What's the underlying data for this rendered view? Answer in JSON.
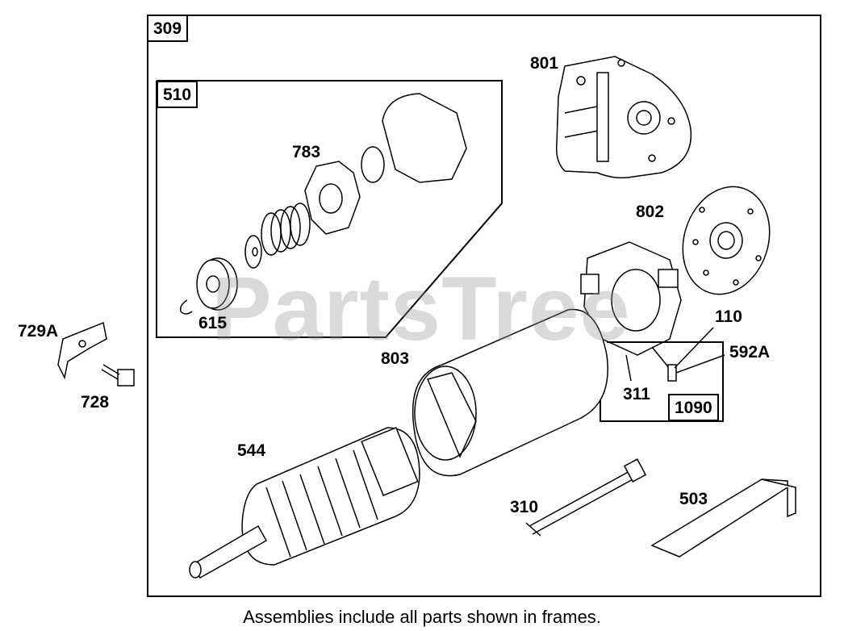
{
  "watermark": "PartsTree",
  "caption": "Assemblies include all parts shown in frames.",
  "frames": {
    "outer": "309",
    "clutch": "510",
    "brush": "1090"
  },
  "parts": {
    "p801": "801",
    "p783": "783",
    "p802": "802",
    "p615": "615",
    "p110": "110",
    "p592a": "592A",
    "p729a": "729A",
    "p728": "728",
    "p803": "803",
    "p311": "311",
    "p544": "544",
    "p310": "310",
    "p503": "503"
  }
}
